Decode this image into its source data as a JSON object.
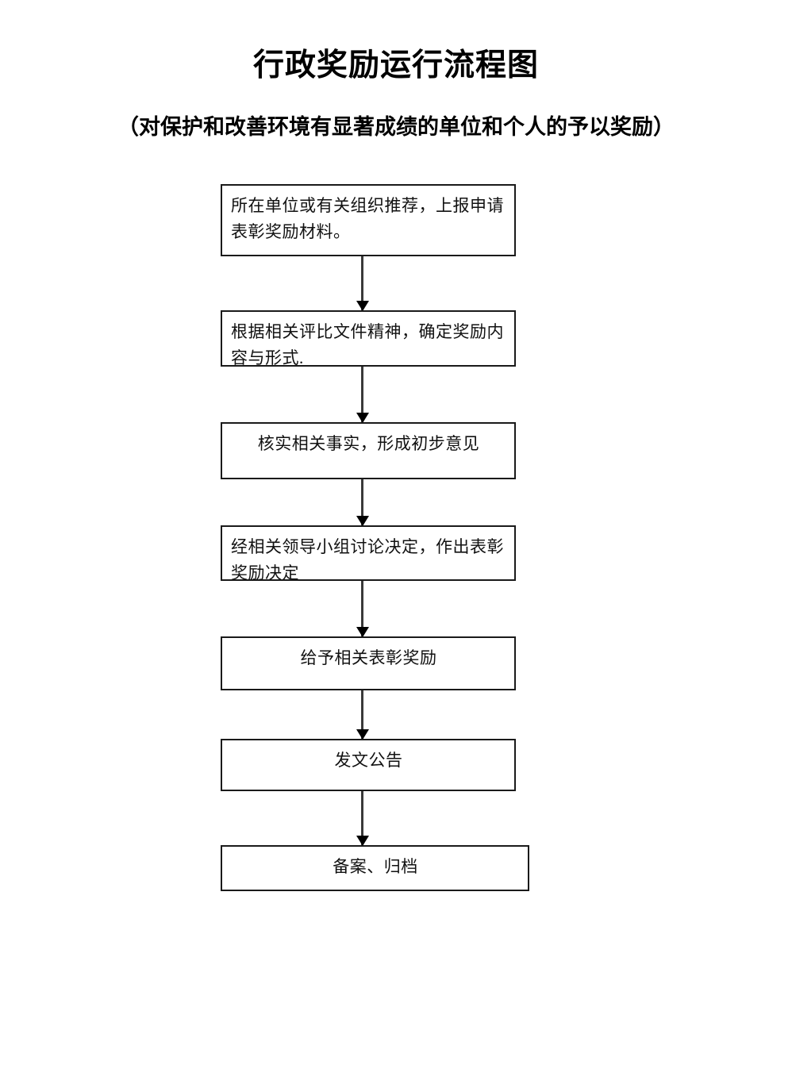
{
  "document": {
    "title": "行政奖励运行流程图",
    "subtitle": "（对保护和改善环境有显著成绩的单位和个人的予以奖励）",
    "background_color": "#ffffff",
    "text_color": "#000000",
    "box_border_color": "#1a1a1a",
    "connector_color": "#3a3a3a",
    "arrow_head_color": "#000000"
  },
  "chart_data": {
    "type": "flowchart",
    "orientation": "vertical",
    "title": "行政奖励运行流程图",
    "subtitle": "（对保护和改善环境有显著成绩的单位和个人的予以奖励）",
    "node_count": 7,
    "connector_count": 6,
    "nodes": [
      {
        "id": "step-1",
        "order": 1,
        "text": "所在单位或有关组织推荐，上报申请表彰奖励材料。",
        "align": "left"
      },
      {
        "id": "step-2",
        "order": 2,
        "text": "根据相关评比文件精神，确定奖励内容与形式.",
        "align": "left"
      },
      {
        "id": "step-3",
        "order": 3,
        "text": "核实相关事实，形成初步意见",
        "align": "center"
      },
      {
        "id": "step-4",
        "order": 4,
        "text": "经相关领导小组讨论决定，作出表彰奖励决定",
        "align": "left"
      },
      {
        "id": "step-5",
        "order": 5,
        "text": "给予相关表彰奖励",
        "align": "center"
      },
      {
        "id": "step-6",
        "order": 6,
        "text": "发文公告",
        "align": "center"
      },
      {
        "id": "step-7",
        "order": 7,
        "text": "备案、归档",
        "align": "center"
      }
    ],
    "edges": [
      {
        "from": "step-1",
        "to": "step-2",
        "style": "solid-arrow-down"
      },
      {
        "from": "step-2",
        "to": "step-3",
        "style": "solid-arrow-down"
      },
      {
        "from": "step-3",
        "to": "step-4",
        "style": "solid-arrow-down"
      },
      {
        "from": "step-4",
        "to": "step-5",
        "style": "solid-arrow-down"
      },
      {
        "from": "step-5",
        "to": "step-6",
        "style": "solid-arrow-down"
      },
      {
        "from": "step-6",
        "to": "step-7",
        "style": "solid-arrow-down"
      }
    ]
  }
}
